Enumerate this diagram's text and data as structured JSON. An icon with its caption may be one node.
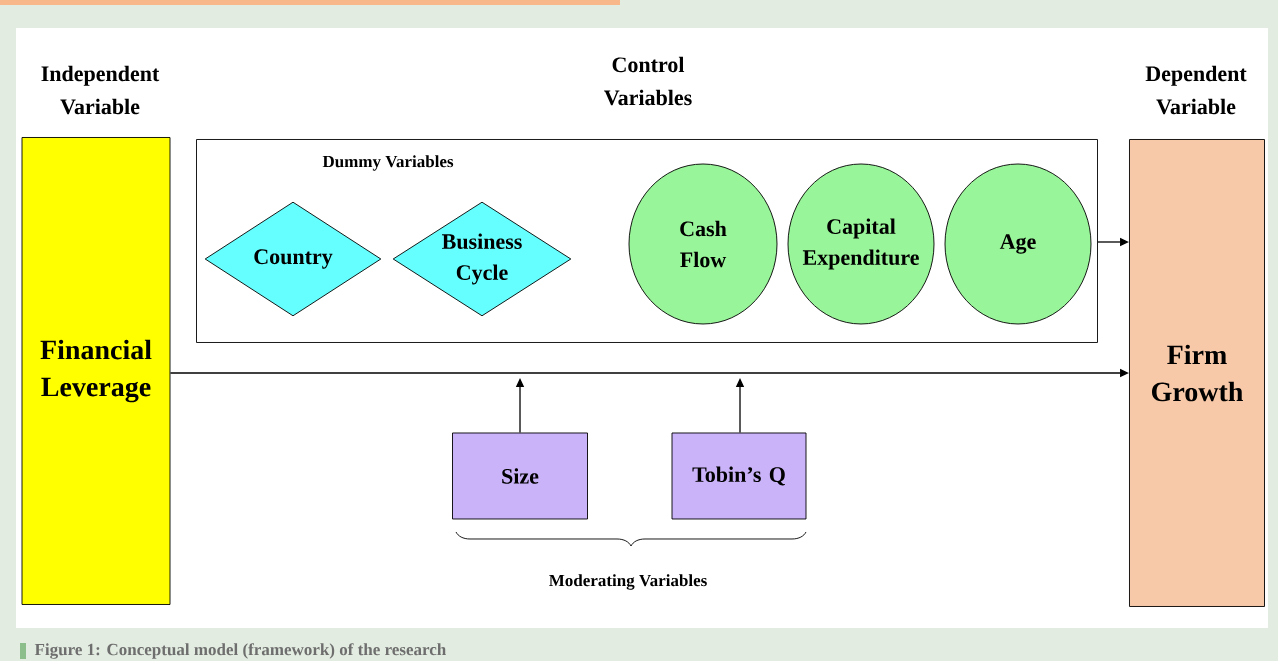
{
  "diagram": {
    "caption": "Figure 1: Conceptual model (framework) of the research",
    "nodes": [
      {
        "text": [
          "Independent Variable",
          "Financial Leverage"
        ]
      },
      {
        "text": [
          "Control Variables"
        ]
      },
      {
        "text": [
          "Country"
        ],
        "in": 1
      },
      {
        "text": [
          "Business Cycle"
        ],
        "in": 1
      },
      {
        "text": [
          "Cash Flow"
        ],
        "in": 1
      },
      {
        "text": [
          "Capital Expenditure"
        ],
        "in": 1
      },
      {
        "text": [
          "Age"
        ],
        "in": 1
      },
      {
        "text": [
          "Dependent Variable",
          "Firm Growth"
        ]
      },
      {
        "text": [
          "Size"
        ]
      },
      {
        "text": [
          "Tobin’s Q"
        ]
      }
    ],
    "edges": [
      {
        "from": 0,
        "to": 7,
        "arrow": "to"
      },
      {
        "from": 1,
        "to": 7,
        "arrow": "to"
      },
      {
        "from": 8,
        "to": null,
        "arrow": "to"
      },
      {
        "from": 9,
        "to": null,
        "arrow": "to"
      }
    ],
    "labels": [
      "Dummy Variables",
      "Moderating Variables"
    ]
  }
}
